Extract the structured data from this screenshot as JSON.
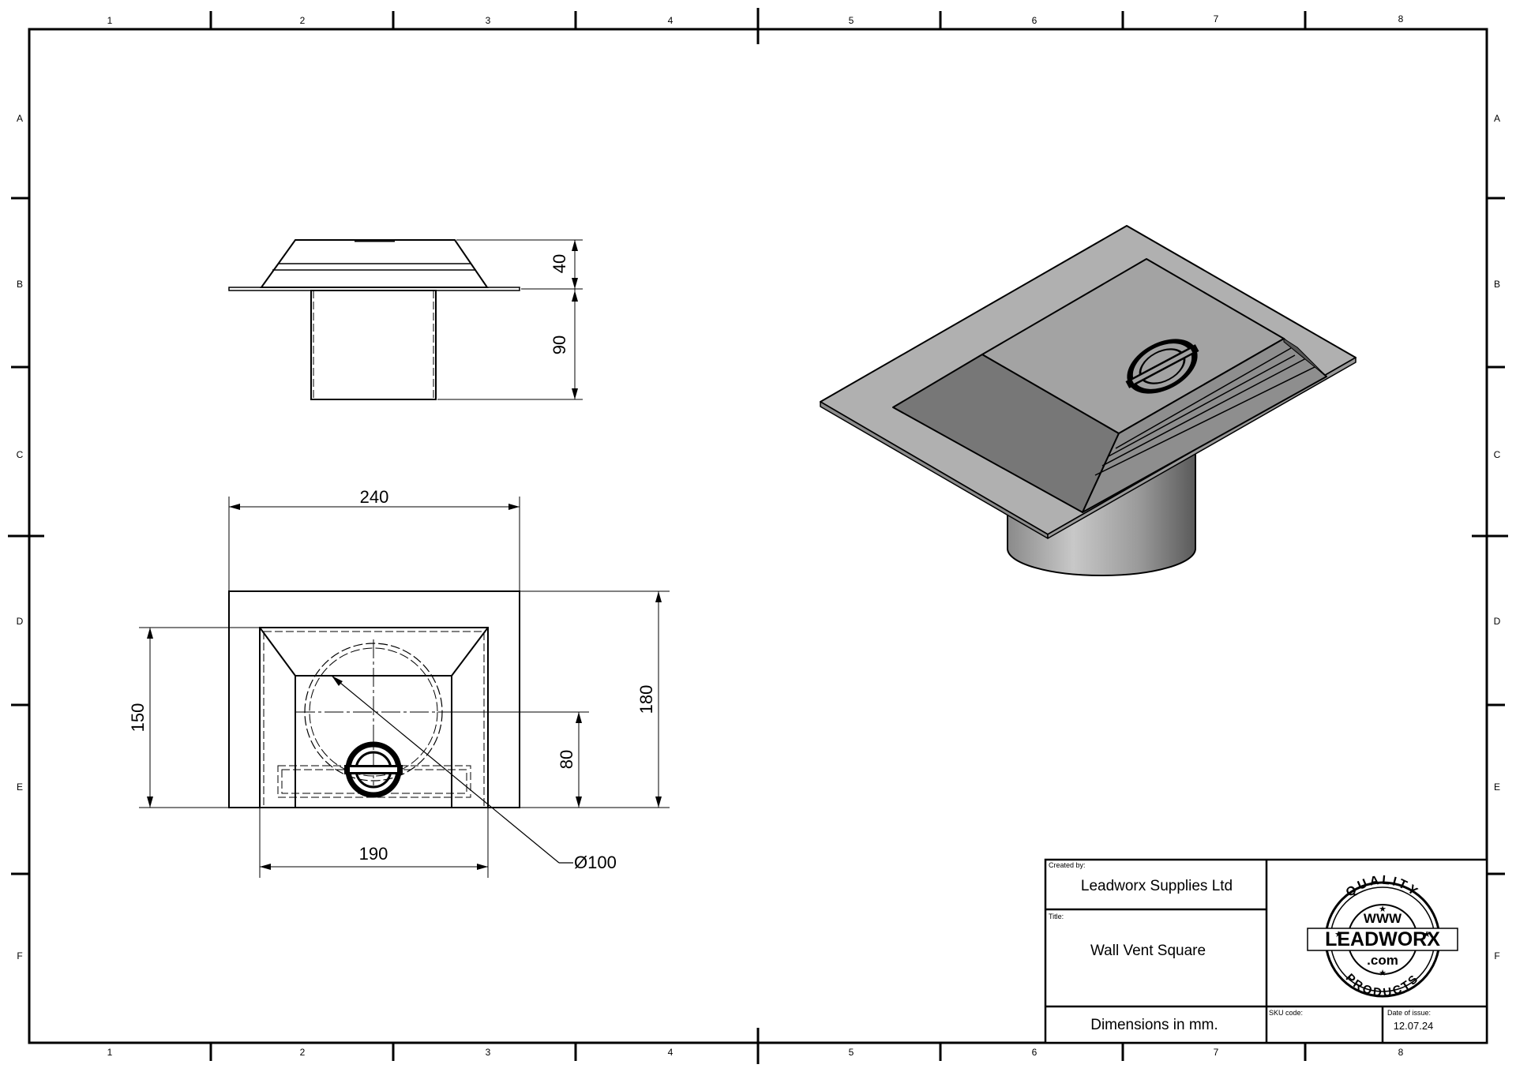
{
  "sheet": {
    "zones_columns": [
      "1",
      "2",
      "3",
      "4",
      "5",
      "6",
      "7",
      "8"
    ],
    "zones_rows": [
      "A",
      "B",
      "C",
      "D",
      "E",
      "F"
    ]
  },
  "dimensions": {
    "side_top_height": "40",
    "side_pipe_height": "90",
    "front_overall_width": "240",
    "front_hood_height": "150",
    "front_overall_height": "180",
    "front_pipe_center": "80",
    "front_hood_width": "190",
    "pipe_diameter": "Ø100"
  },
  "title_block": {
    "created_by_label": "Created by:",
    "created_by": "Leadworx Supplies Ltd",
    "title_label": "Title:",
    "title": "Wall Vent Square",
    "dimensions_note": "Dimensions in mm.",
    "sku_label": "SKU code:",
    "sku": "",
    "date_label": "Date of issue:",
    "date": "12.07.24"
  },
  "logo": {
    "top_arc": "QUALITY",
    "www": "WWW",
    "brand": "LEADWORX",
    "domain": ".com",
    "bottom_arc": "PRODUCTS"
  },
  "colors": {
    "line": "#000000",
    "iso_light": "#b2b2b2",
    "iso_mid": "#a0a0a0",
    "iso_dark": "#777777"
  }
}
